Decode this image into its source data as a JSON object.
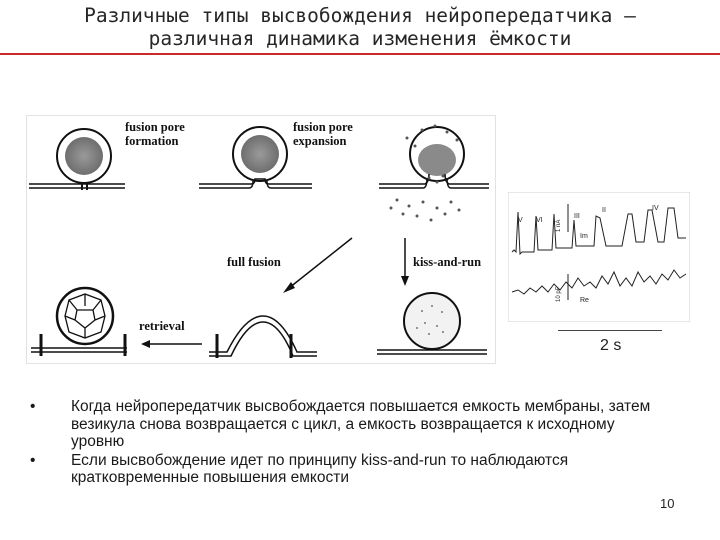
{
  "title": {
    "line1": "Различные типы высвобождения нейропередатчика –",
    "line2": "различная динамика изменения ёмкости"
  },
  "figure": {
    "labels": {
      "fusion_pore_formation_1": "fusion pore",
      "fusion_pore_formation_2": "formation",
      "fusion_pore_expansion_1": "fusion pore",
      "fusion_pore_expansion_2": "expansion",
      "full_fusion": "full fusion",
      "kiss_and_run": "kiss-and-run",
      "retrieval": "retrieval"
    },
    "traces": {
      "marks": [
        "V",
        "VI",
        "III",
        "II",
        "IV",
        "Im",
        "Re",
        "1 nA",
        "10 pF"
      ]
    },
    "scale_label": "2 s"
  },
  "bullets": [
    {
      "marker": "•",
      "text": "Когда нейропередатчик высвобождается повышается емкость мембраны, затем везикула снова возвращается с цикл, а емкость возвращается к исходному уровню"
    },
    {
      "marker": "•",
      "text": "Если высвобождение идет по принципу kiss-and-run то наблюдаются кратковременные повышения емкости"
    }
  ],
  "page_number": "10",
  "colors": {
    "title_rule": "#cc2a2a",
    "text": "#1a1a1a"
  }
}
